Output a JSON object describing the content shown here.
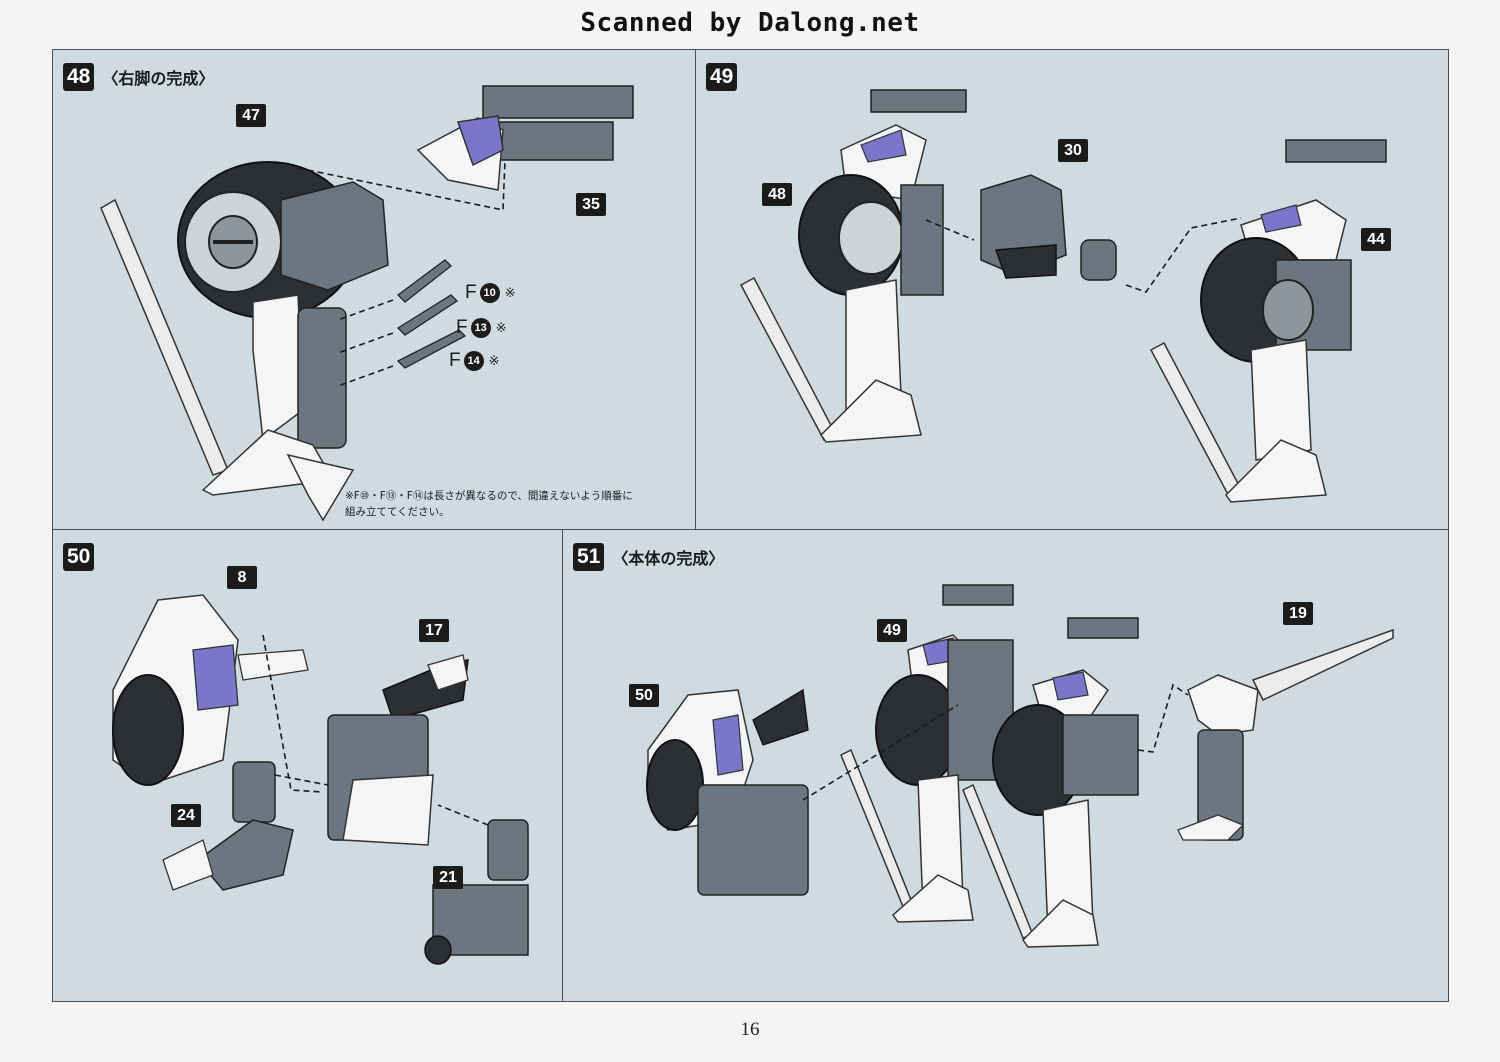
{
  "watermark": "Scanned by Dalong.net",
  "steps": {
    "s48": {
      "number": "48",
      "title": "〈右脚の完成〉"
    },
    "s49": {
      "number": "49"
    },
    "s50": {
      "number": "50"
    },
    "s51": {
      "number": "51",
      "title": "〈本体の完成〉"
    }
  },
  "callouts": {
    "c48_47": "47",
    "c48_35": "35",
    "c49_30": "30",
    "c49_48": "48",
    "c49_44": "44",
    "c50_8": "8",
    "c50_17": "17",
    "c50_24": "24",
    "c50_21": "21",
    "c51_49": "49",
    "c51_50": "50",
    "c51_19": "19"
  },
  "parts": [
    {
      "runner": "F",
      "number": "10",
      "mark": "※"
    },
    {
      "runner": "F",
      "number": "13",
      "mark": "※"
    },
    {
      "runner": "F",
      "number": "14",
      "mark": "※"
    }
  ],
  "note": {
    "line1": "※F⑩・F⑬・F⑭は長さが異なるので、間違えないよう順番に",
    "line2": "組み立ててください。"
  },
  "page_number": "16",
  "colors": {
    "panel_bg": "#cfdbe1",
    "part_gray": "#6b7680",
    "part_dark": "#2c2f33",
    "part_white": "#f4f5f6",
    "accent_purple": "#7b76c9",
    "label_black": "#1b1b1b"
  }
}
